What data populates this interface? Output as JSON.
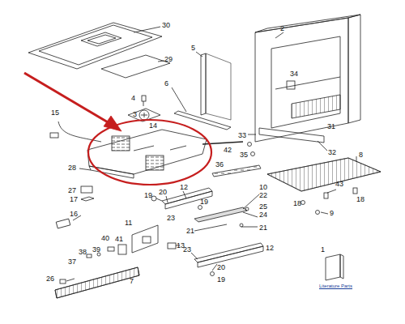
{
  "diagram": {
    "labels": [
      "30",
      "2",
      "5",
      "29",
      "34",
      "4",
      "6",
      "3",
      "31",
      "15",
      "33",
      "35",
      "32",
      "14",
      "42",
      "8",
      "28",
      "36",
      "43",
      "27",
      "17",
      "16",
      "19",
      "20",
      "12",
      "10",
      "22",
      "18",
      "18",
      "9",
      "19",
      "25",
      "24",
      "21",
      "21",
      "23",
      "11",
      "13",
      "23",
      "12",
      "20",
      "19",
      "40",
      "41",
      "39",
      "38",
      "37",
      "26",
      "7",
      "1",
      "Literature Parts"
    ]
  }
}
